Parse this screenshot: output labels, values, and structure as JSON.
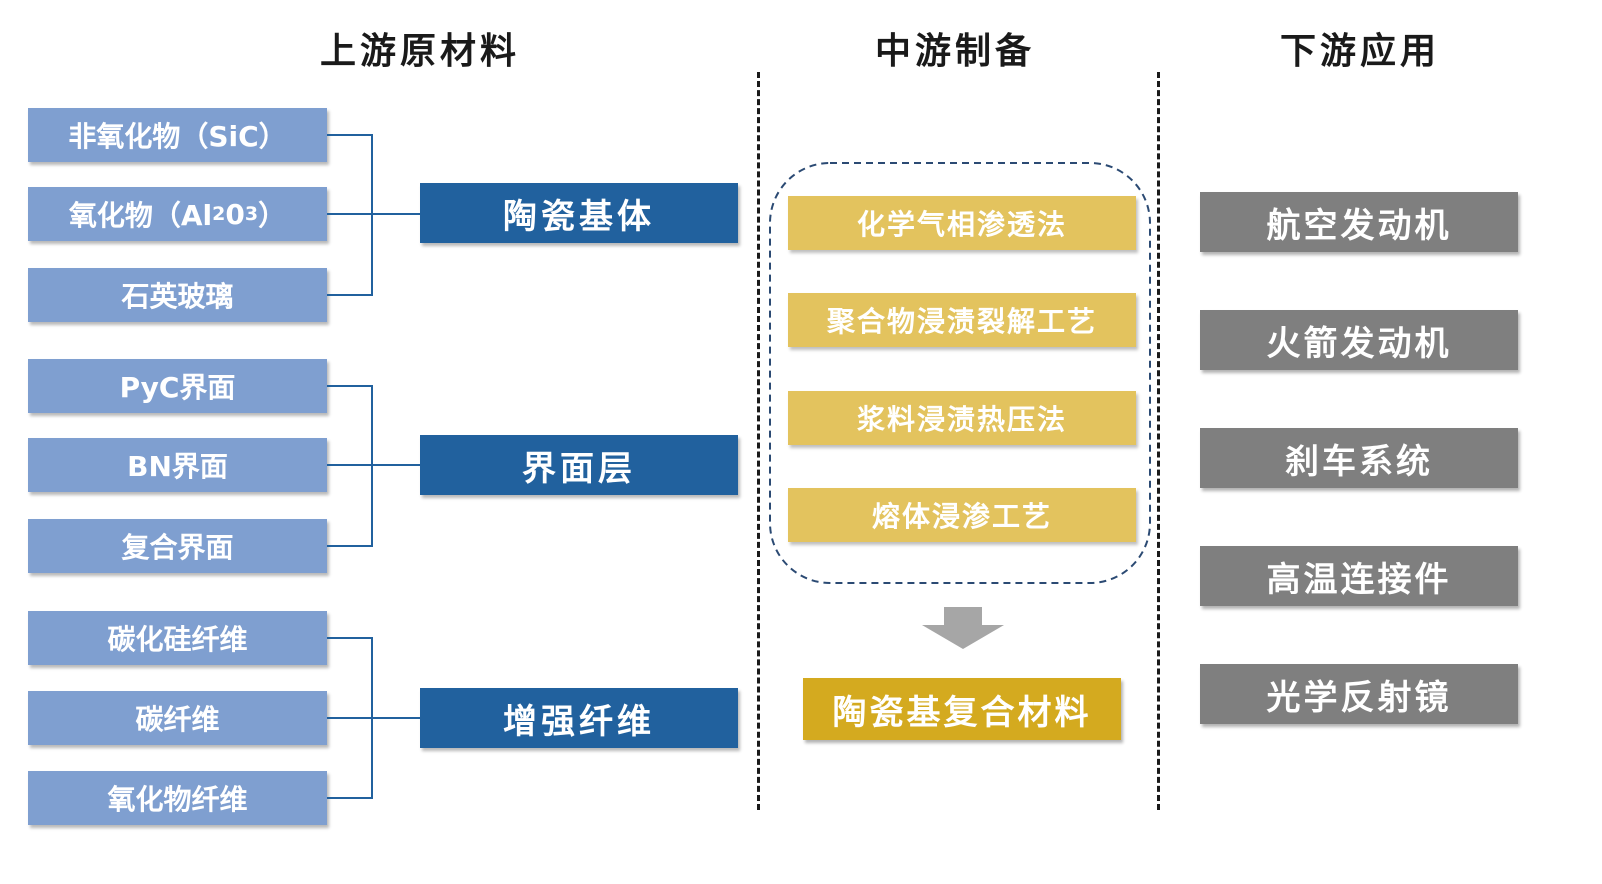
{
  "columns": {
    "upstream": "上游原材料",
    "midstream": "中游制备",
    "downstream": "下游应用"
  },
  "upstream": {
    "groups": [
      {
        "label": "陶瓷基体",
        "items": [
          {
            "label": "非氧化物（SiC）"
          },
          {
            "prefix": "氧化物（Al",
            "sub1": "2",
            "mid": "0",
            "sub2": "3",
            "suffix": "）"
          },
          {
            "label": "石英玻璃"
          }
        ]
      },
      {
        "label": "界面层",
        "items": [
          {
            "label": "PyC界面"
          },
          {
            "label": "BN界面"
          },
          {
            "label": "复合界面"
          }
        ]
      },
      {
        "label": "增强纤维",
        "items": [
          {
            "label": "碳化硅纤维"
          },
          {
            "label": "碳纤维"
          },
          {
            "label": "氧化物纤维"
          }
        ]
      }
    ]
  },
  "midstream": {
    "processes": [
      "化学气相渗透法",
      "聚合物浸渍裂解工艺",
      "浆料浸渍热压法",
      "熔体浸渗工艺"
    ],
    "result": "陶瓷基复合材料"
  },
  "downstream": {
    "applications": [
      "航空发动机",
      "火箭发动机",
      "刹车系统",
      "高温连接件",
      "光学反射镜"
    ]
  },
  "colors": {
    "raw_material": "#7f9fd0",
    "group": "#21619e",
    "process": "#e3c35e",
    "result": "#d4aa1f",
    "application": "#7f7f7f"
  }
}
